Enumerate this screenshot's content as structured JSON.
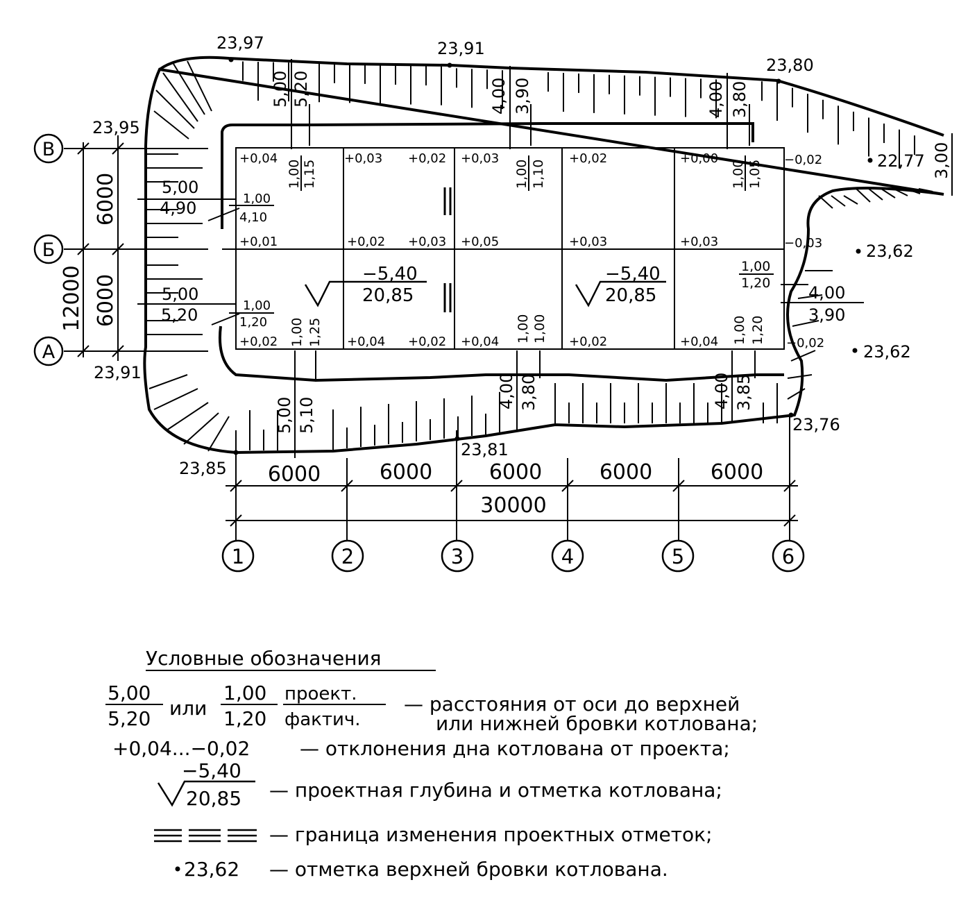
{
  "axes": {
    "rows": [
      {
        "id": "row-v",
        "label": "В"
      },
      {
        "id": "row-b",
        "label": "Б"
      },
      {
        "id": "row-a",
        "label": "А"
      }
    ],
    "cols": [
      "1",
      "2",
      "3",
      "4",
      "5",
      "6"
    ]
  },
  "dims": {
    "span": "6000",
    "total_x": "30000",
    "total_y": "12000"
  },
  "top_elev": {
    "e2397": "23,97",
    "e2391": "23,91",
    "e2380": "23,80",
    "e2395": "23,95",
    "e2277": "22,77",
    "e2362a": "23,62",
    "e2362b": "23,62",
    "e2391b": "23,91",
    "e2385": "23,85",
    "e2381": "23,81",
    "e2376": "23,76"
  },
  "distances": {
    "t1a": "5,00",
    "t1b": "5,20",
    "t2a": "4,00",
    "t2b": "3,90",
    "t3a": "4,00",
    "t3b": "3,80",
    "right_top": "3,00",
    "rb1a": "1,00",
    "rb1b": "1,20",
    "rb2a": "4,00",
    "rb2b": "3,90",
    "lv1a": "5,00",
    "lv1b": "4,90",
    "lv2a": "1,00",
    "lv2b": "4,10",
    "la1a": "5,00",
    "la1b": "5,20",
    "la2a": "1,00",
    "la2b": "1,20",
    "vt1a": "1,00",
    "vt1b": "1,15",
    "vt2a": "1,00",
    "vt2b": "1,10",
    "vt3a": "1,00",
    "vt3b": "1,05",
    "vb1a": "1,00",
    "vb1b": "1,25",
    "vb2a": "1,00",
    "vb2b": "1,00",
    "vb3a": "1,00",
    "vb3b": "1,20",
    "b1a": "5,00",
    "b1b": "5,10",
    "b2a": "4,00",
    "b2b": "3,80",
    "b3a": "4,00",
    "b3b": "3,85"
  },
  "deviations": {
    "v1": "+0,04",
    "v2": "+0,03",
    "v3": "+0,02",
    "v4": "+0,03",
    "v5": "+0,02",
    "v6": "+0,00",
    "v7": "−0,02",
    "b1": "+0,01",
    "b2": "+0,02",
    "b3": "+0,03",
    "b4": "+0,05",
    "b5": "+0,03",
    "b6": "+0,03",
    "b7": "−0,03",
    "a1": "+0,02",
    "a2": "+0,04",
    "a3": "+0,02",
    "a4": "+0,04",
    "a5": "+0,02",
    "a6": "+0,04",
    "a7": "−0,02"
  },
  "depth_marks": [
    {
      "depth": "−5,40",
      "elev": "20,85"
    },
    {
      "depth": "−5,40",
      "elev": "20,85"
    }
  ],
  "legend": {
    "title": "Условные обозначения",
    "row1": {
      "num1": "5,00",
      "den1": "5,20",
      "or": "или",
      "num2": "1,00",
      "den2": "1,20",
      "proj": "проект.",
      "fact": "фактич.",
      "desc1": "— расстояния от оси до верхней",
      "desc2": "или нижней бровки котлована;"
    },
    "row2": {
      "sym": "+0,04...−0,02",
      "desc": "— отклонения дна котлована от проекта;"
    },
    "row3": {
      "depth": "−5,40",
      "elev": "20,85",
      "desc": "— проектная глубина и отметка котлована;"
    },
    "row4": {
      "desc": "— граница изменения проектных отметок;"
    },
    "row5": {
      "sym": "23,62",
      "desc": "— отметка верхней бровки котлована."
    }
  }
}
